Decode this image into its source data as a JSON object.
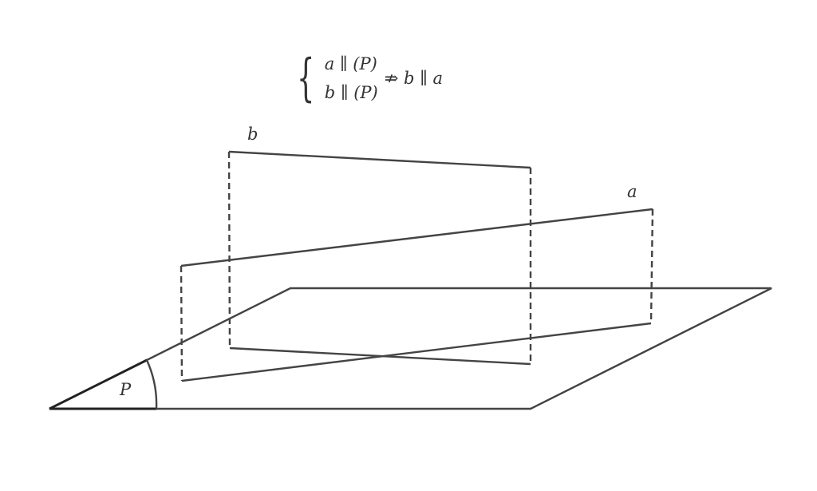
{
  "formula": {
    "line1": "a ∥ (P)",
    "line2": "b ∥ (P)",
    "conclusion": "⇏ b ∥ a"
  },
  "labels": {
    "line_b": "b",
    "line_a": "a",
    "plane": "P"
  },
  "colors": {
    "stroke": "#444444",
    "text": "#333333"
  }
}
